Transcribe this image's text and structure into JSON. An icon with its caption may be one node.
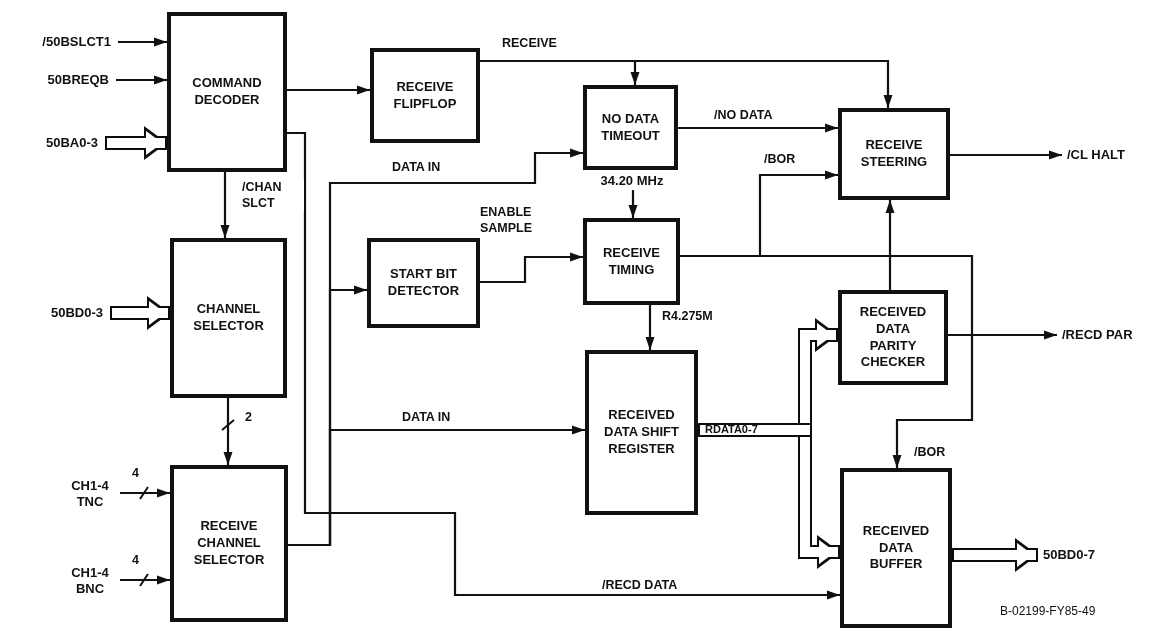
{
  "diagram": {
    "nodes": [
      {
        "text": [
          "COMMAND DECODER"
        ]
      },
      {
        "text": [
          "RECEIVE FLIPFLOP"
        ]
      },
      {
        "text": [
          "NO DATA TIMEOUT"
        ]
      },
      {
        "text": [
          "RECEIVE STEERING"
        ]
      },
      {
        "text": [
          "CHANNEL SELECTOR"
        ]
      },
      {
        "text": [
          "START BIT DETECTOR"
        ]
      },
      {
        "text": [
          "RECEIVE TIMING"
        ]
      },
      {
        "text": [
          "RECEIVED DATA PARITY CHECKER"
        ]
      },
      {
        "text": [
          "RECEIVED DATA SHIFT REGISTER"
        ]
      },
      {
        "text": [
          "RECEIVE CHANNEL SELECTOR"
        ]
      },
      {
        "text": [
          "RECEIVED DATA BUFFER"
        ]
      },
      {
        "text": [
          "/50BSLCT1"
        ]
      },
      {
        "text": [
          "50BREQB"
        ]
      },
      {
        "text": [
          "50BA0-3"
        ]
      },
      {
        "text": [
          "50BD0-3"
        ]
      },
      {
        "text": [
          "CH1-4 TNC"
        ]
      },
      {
        "text": [
          "CH1-4 BNC"
        ]
      },
      {
        "text": [
          "/CL HALT"
        ]
      },
      {
        "text": [
          "/RECD PAR"
        ]
      },
      {
        "text": [
          "50BD0-7"
        ]
      },
      {
        "text": [
          "34.20 MHz"
        ]
      }
    ],
    "edges": [
      {
        "from": 11,
        "to": 0,
        "arrow": "to"
      },
      {
        "from": 12,
        "to": 0,
        "arrow": "to"
      },
      {
        "from": 13,
        "to": 0,
        "arrow": "to",
        "style": "thick"
      },
      {
        "from": 0,
        "to": 1,
        "arrow": "to"
      },
      {
        "from": 0,
        "to": 4,
        "arrow": "to",
        "label": "/CHAN SLCT"
      },
      {
        "from": 0,
        "to": 10,
        "arrow": "to",
        "label": "/RECD DATA"
      },
      {
        "from": 1,
        "to": 2,
        "arrow": "to",
        "label": "RECEIVE"
      },
      {
        "from": 1,
        "to": 3,
        "arrow": "to"
      },
      {
        "from": 9,
        "to": 2,
        "arrow": "to",
        "label": "DATA IN"
      },
      {
        "from": 9,
        "to": 5,
        "arrow": "to"
      },
      {
        "from": 9,
        "to": 8,
        "arrow": "to",
        "label": "DATA IN"
      },
      {
        "from": 20,
        "to": 6,
        "arrow": "to"
      },
      {
        "from": 2,
        "to": 3,
        "arrow": "to",
        "label": "/NO DATA"
      },
      {
        "from": 5,
        "to": 6,
        "arrow": "to",
        "label": "ENABLE SAMPLE"
      },
      {
        "from": 6,
        "to": 3,
        "arrow": "to",
        "label": "/BOR"
      },
      {
        "from": 6,
        "to": 10,
        "arrow": "to",
        "label": "/BOR"
      },
      {
        "from": 6,
        "to": 8,
        "arrow": "to",
        "label": "R4.275M"
      },
      {
        "from": 7,
        "to": 3,
        "arrow": "to"
      },
      {
        "from": 8,
        "to": 7,
        "arrow": "to",
        "style": "thick",
        "label": "RDATA0-7"
      },
      {
        "from": 8,
        "to": 10,
        "arrow": "to",
        "style": "thick"
      },
      {
        "from": 7,
        "to": 18,
        "arrow": "to"
      },
      {
        "from": 3,
        "to": 17,
        "arrow": "to"
      },
      {
        "from": 10,
        "to": 19,
        "arrow": "to",
        "style": "thick"
      },
      {
        "from": 4,
        "to": 9,
        "arrow": "to",
        "label": "2"
      },
      {
        "from": 14,
        "to": 4,
        "arrow": "to",
        "style": "thick"
      },
      {
        "from": 15,
        "to": 9,
        "arrow": "to",
        "label": "4"
      },
      {
        "from": 16,
        "to": 9,
        "arrow": "to",
        "label": "4"
      }
    ],
    "labels": [
      "B-02199-FY85-49"
    ]
  }
}
